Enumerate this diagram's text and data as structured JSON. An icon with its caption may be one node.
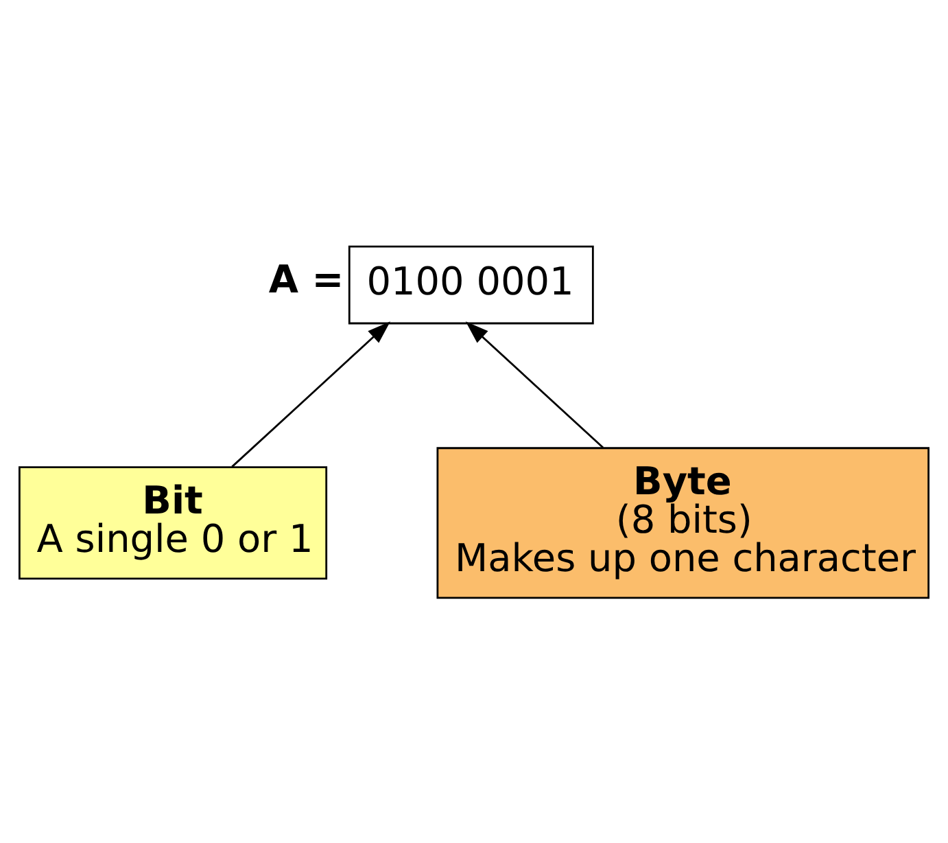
{
  "diagram": {
    "nodes": [
      {
        "text": [
          "0100 0001"
        ],
        "beside": [
          "A ="
        ]
      },
      {
        "text": [
          "Bit",
          "A single 0 or 1"
        ]
      },
      {
        "text": [
          "Byte",
          "(8 bits)",
          "Makes up one character"
        ]
      }
    ],
    "edges": [
      {
        "from": 1,
        "to": 0,
        "arrow": "to"
      },
      {
        "from": 2,
        "to": 0,
        "arrow": "to"
      }
    ]
  }
}
